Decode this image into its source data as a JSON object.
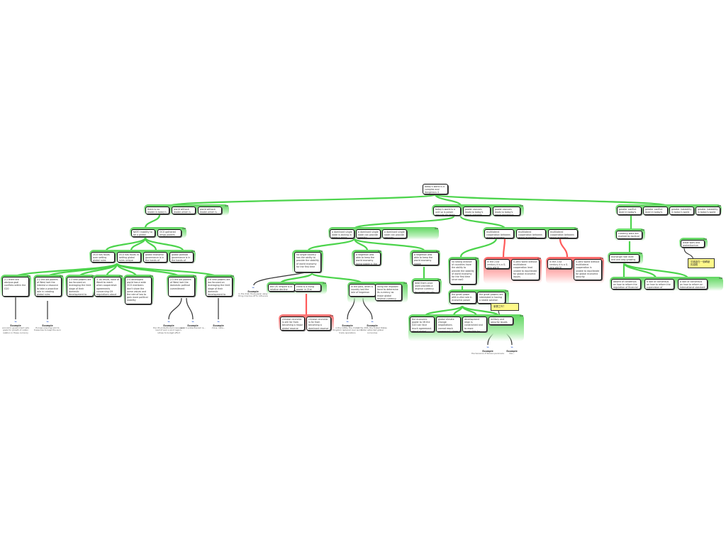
{
  "root": {
    "text": "today's world is a complex and dangerous 4"
  },
  "branches": {
    "left_top": [
      "there is no leader in today's world",
      "world without leader which is dangerous",
      "world without leader which is unstable"
    ],
    "left_mid": [
      "NATO inability to be a global leader",
      "OCO gathered wings powers globally to suggest leadership"
    ],
    "left_lvl3": [
      "OCO has faults over setting global rules unique economic issues",
      "OCO has faults in setting global rules unique political problems",
      "global economic governance is in the hands of OCO",
      "global political governance is in the hands of OCO"
    ],
    "left_leaves": [
      "2.1 there are obvious goal conflicts within the G20",
      "2.2 the old powers of West lack the interest a resource to take a proactive role in creating global rules",
      "2.3 new powers are too focused on leveraging the limit stage of their domestic development to take financial stake",
      "3. As result, none of Wexit to reach when cooperative agreements concerning G9 regulations about climate change and policy proposals",
      "2.4 developed world has a wide OCO members don't share the same values and the role of law to gain more political stability",
      "2.5 the old powers of West lack the domestic political commitment",
      "2.6 new powers are too focused on leveraging the limit stage of their domestic development to take political stake"
    ],
    "center_top": [
      "today's world is a unit so is power vacuum situation",
      "power vacuum leads to today's world unstable",
      "power vacuum leads to today's world dangerous"
    ],
    "center_mid": [
      "a dominant single state is lacking in today's world",
      "a dominant single state can provide stability",
      "a dominant single state can provide security"
    ],
    "center_lvl3a": [
      "no single country has the ability to provide the stability of world economy for the first time",
      "a hegemon was able to keep the world economy going stable in the past",
      "a hegemon was able to keep the world economy stable"
    ],
    "center_lvl3b": [
      "multilateral cooperation between major economic powers is lacking in today's world",
      "multilateral cooperation between major economic powers - it can provide stability",
      "multilateral cooperation between major economic powers can provide security"
    ],
    "center_leaves": [
      "the US' empire is in relative decline",
      "china is a rising power in 21st century",
      "in the past, when a country lost the role of hegemon",
      "using the imposed force to determine its currency as major global reserve currency",
      "debt them once used provides a reserve currency for world security",
      "no strong alliance of countries have the ability to provide the stability of world economy for the first time since ww2",
      "the great power with a vital role in economic power",
      "the great powers are interested in having a stable solution"
    ],
    "red_leaves": [
      "chinese renminbi is still far from becoming a major global reserve currency",
      "chinese renminbi is far from becoming a dominant reserve currency",
      "in the 21st century it is a G-zero world",
      "G-zero world without multilateral cooperation lead unable to equilibrate for global economic issues",
      "in the 21st century it is a G-zero world",
      "G-zero world without multilateral cooperation is unable to equilibrate for global economic security"
    ],
    "bottom_leaves": [
      "the economic power to lift the G20 can face much agreement about global economy adjustment",
      "global climate change negotiations cannot reach agreement; there ended in failure",
      "development reign is constrained and to more accessible for global resources",
      "military and security issues"
    ],
    "right_top": [
      "greater conflict level in today's world than in stable",
      "greater conflict level in today's world than in dangerous",
      "greater instability in today's world than in stable",
      "greater instability in today's world than in dangerous"
    ],
    "right_mid": [
      "currency wars are marked by tactical decisions"
    ],
    "right_lvl3": [
      "exchange rate level and one-way growing"
    ],
    "right_leaves": [
      "absent of consensus on how to reform the regulation of financial institutions",
      "a lack of consensus on how to reform the supervision of financial institutions",
      "a lack of consensus on how to reform an international standard"
    ],
    "right_floating": "trade wars and protectionism"
  },
  "notes": {
    "right": "中國處在一個轉變的過程",
    "center": "事實之外？"
  },
  "examples": [
    {
      "label": "Example",
      "text": "economic government sets goals for growth of nation relation in these currency"
    },
    {
      "label": "Example",
      "text": "Europe ensuring sold to treasuries to keep the euro"
    },
    {
      "label": "Example",
      "text": "the US protectionism issue and lead of euro a joint region, refuse to budget effort"
    },
    {
      "label": "Example",
      "text": "Japan's protectionism is..."
    },
    {
      "label": "Example",
      "text": "china, india..."
    },
    {
      "label": "Example",
      "text": "in the 21st, there Japan away thing improve off to influence"
    },
    {
      "label": "Example",
      "text": "in the 1930s, the United Kingdom replaced over world trade operations"
    },
    {
      "label": "Example",
      "text": "in the 20th, the United States dollar extended global currencies"
    },
    {
      "label": "Example",
      "text": "the tensions of Korean peninsula"
    },
    {
      "label": "Example",
      "text": "Iran..."
    }
  ],
  "colors": {
    "green": "#4cd44c",
    "red": "#ff5a5a",
    "note": "#fff98a"
  }
}
